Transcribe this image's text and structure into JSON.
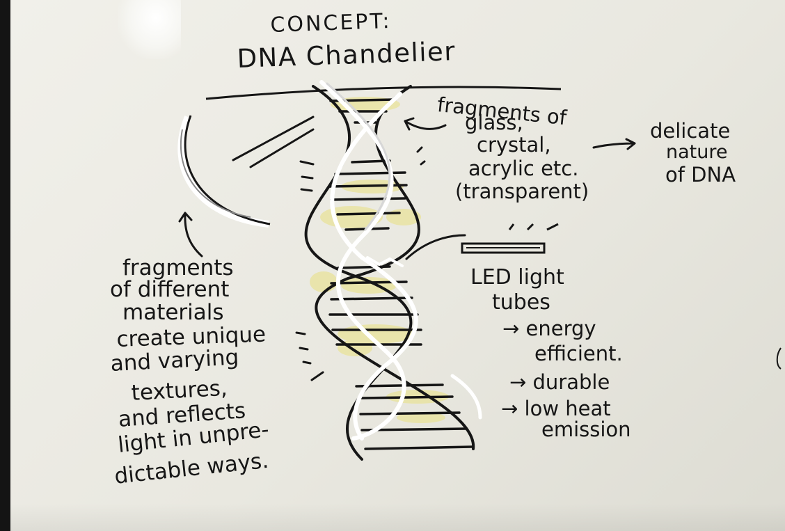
{
  "header": {
    "concept_label": "CONCEPT:",
    "title": "DNA Chandelier"
  },
  "materials_note": {
    "lines": [
      "fragments of",
      "glass,",
      "crystal,",
      "acrylic etc.",
      "(transparent)"
    ]
  },
  "delicate_note": {
    "lines": [
      "delicate",
      "nature",
      "of DNA"
    ]
  },
  "led_note": {
    "lines": [
      "LED light",
      "tubes",
      "→ energy",
      "efficient.",
      "→ durable",
      "→ low heat",
      "emission"
    ]
  },
  "fragments_note": {
    "lines": [
      "fragments",
      "of different",
      "materials",
      "create unique",
      "and varying",
      "textures,",
      "and reflects",
      "light in unpre-",
      "dictable ways."
    ]
  },
  "colors": {
    "ink": "#161616",
    "paper": "#eceae2",
    "highlight_yellow": "#e9e39a",
    "crystal_white": "#ffffff"
  }
}
